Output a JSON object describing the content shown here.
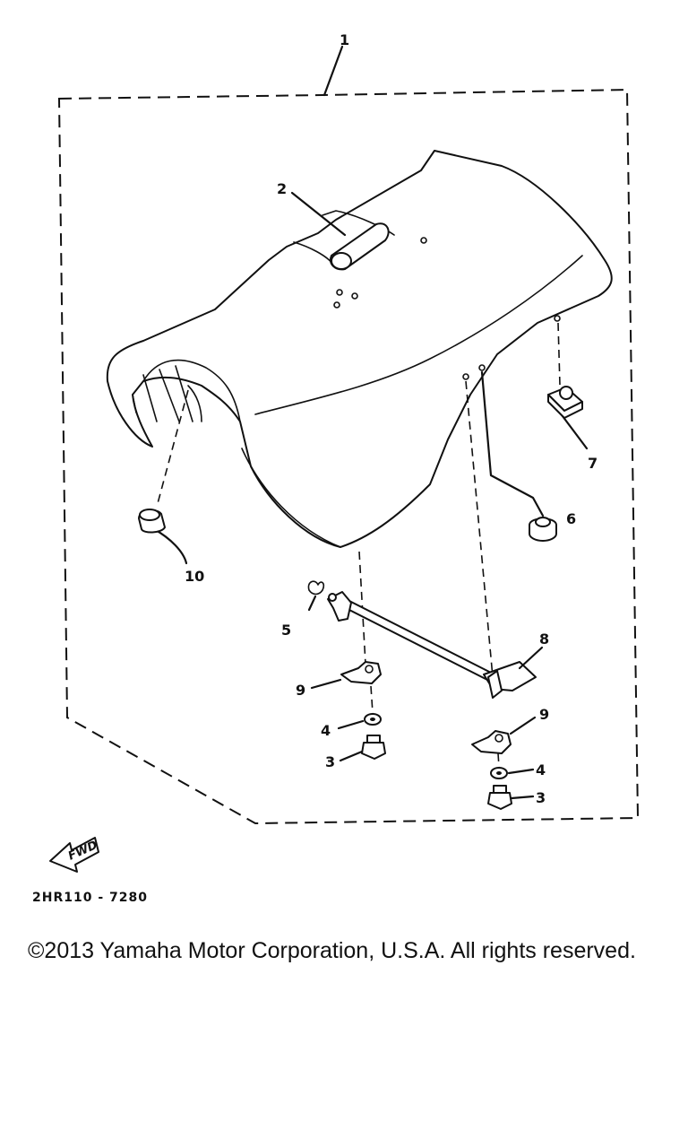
{
  "diagram": {
    "callouts": {
      "c1": "1",
      "c2": "2",
      "c3a": "3",
      "c3b": "3",
      "c4a": "4",
      "c4b": "4",
      "c5": "5",
      "c6": "6",
      "c7": "7",
      "c8": "8",
      "c9a": "9",
      "c9b": "9",
      "c10": "10"
    },
    "direction_badge": "FWD",
    "part_code": "2HR110 - 7280"
  },
  "footer": {
    "copyright": "©2013 Yamaha Motor Corporation, U.S.A. All rights reserved."
  }
}
